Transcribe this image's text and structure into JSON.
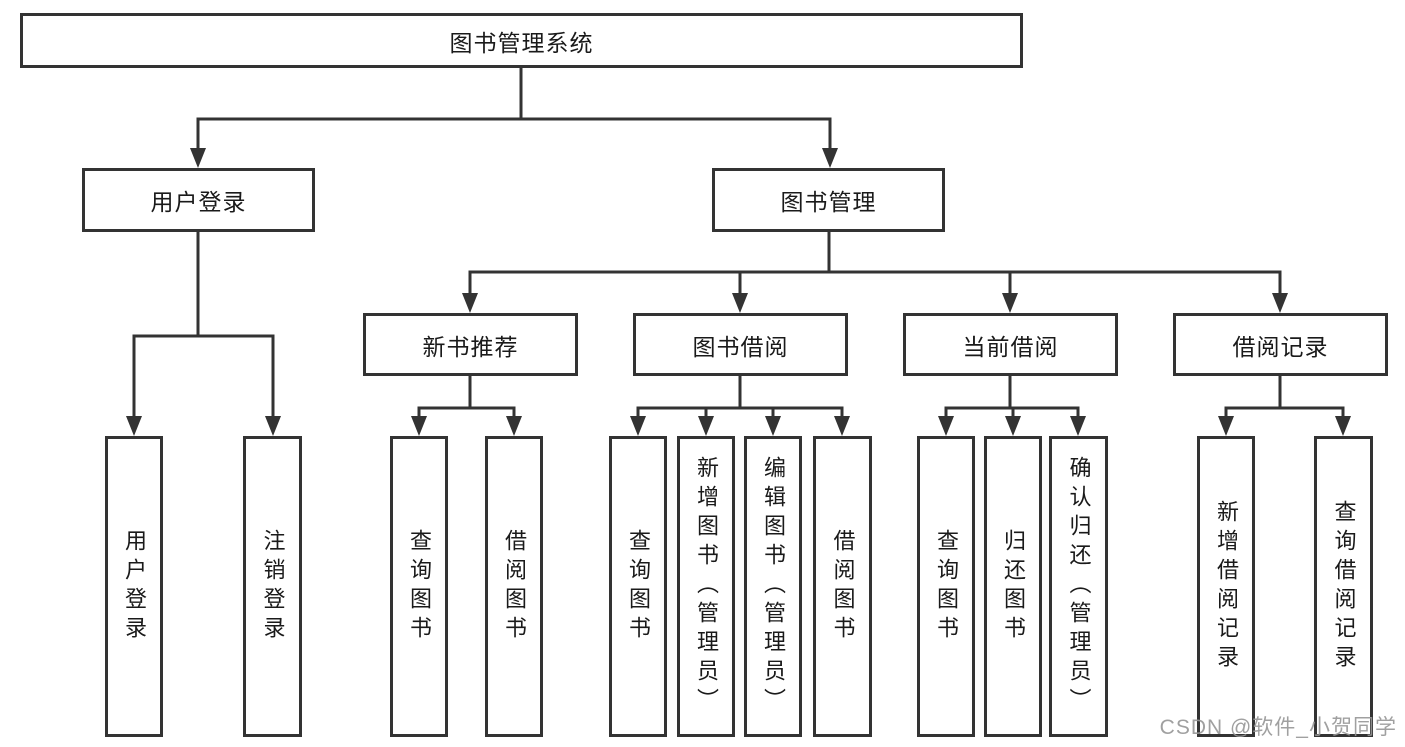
{
  "tree": {
    "root": {
      "label": "图书管理系统"
    },
    "branches": [
      {
        "label": "用户登录",
        "children": [
          {
            "label": "用户登录"
          },
          {
            "label": "注销登录"
          }
        ]
      },
      {
        "label": "图书管理",
        "children": [
          {
            "label": "新书推荐",
            "children": [
              {
                "label": "查询图书"
              },
              {
                "label": "借阅图书"
              }
            ]
          },
          {
            "label": "图书借阅",
            "children": [
              {
                "label": "查询图书"
              },
              {
                "label": "新增图书（管理员）"
              },
              {
                "label": "编辑图书（管理员）"
              },
              {
                "label": "借阅图书"
              }
            ]
          },
          {
            "label": "当前借阅",
            "children": [
              {
                "label": "查询图书"
              },
              {
                "label": "归还图书"
              },
              {
                "label": "确认归还（管理员）"
              }
            ]
          },
          {
            "label": "借阅记录",
            "children": [
              {
                "label": "新增借阅记录"
              },
              {
                "label": "查询借阅记录"
              }
            ]
          }
        ]
      }
    ]
  },
  "watermark": {
    "text": "CSDN @软件_小贺同学"
  },
  "colors": {
    "line": "#333333",
    "box_border": "#333333",
    "text": "#1a1a1a",
    "watermark": "#969696",
    "background": "#ffffff"
  }
}
